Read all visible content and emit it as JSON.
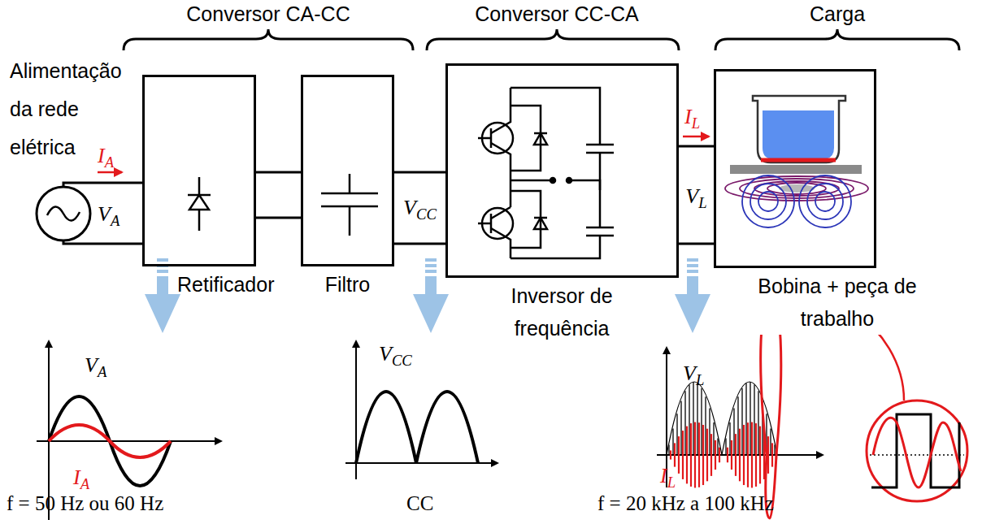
{
  "diagram": {
    "nodes": [
      {
        "text": [
          "Retificador"
        ]
      },
      {
        "text": [
          "Filtro"
        ]
      },
      {
        "text": [
          "Inversor de frequência"
        ]
      },
      {
        "text": [
          "Bobina + peça de trabalho"
        ]
      }
    ],
    "edges": [
      {
        "from": 0,
        "to": 1,
        "arrow": "none"
      },
      {
        "from": 1,
        "to": 2,
        "label": "VCC",
        "arrow": "none"
      },
      {
        "from": 2,
        "to": 3,
        "label": "VL",
        "arrow": "none"
      }
    ],
    "labels": [
      "Conversor CA-CC",
      "Conversor CC-CA",
      "Carga",
      "Alimentação da rede elétrica",
      "IA",
      "VA",
      "IL",
      "VA",
      "IA",
      "VCC",
      "VL",
      "IL",
      "f = 50 Hz ou 60 Hz",
      "CC",
      "f = 20 kHz a 100 kHz"
    ]
  }
}
